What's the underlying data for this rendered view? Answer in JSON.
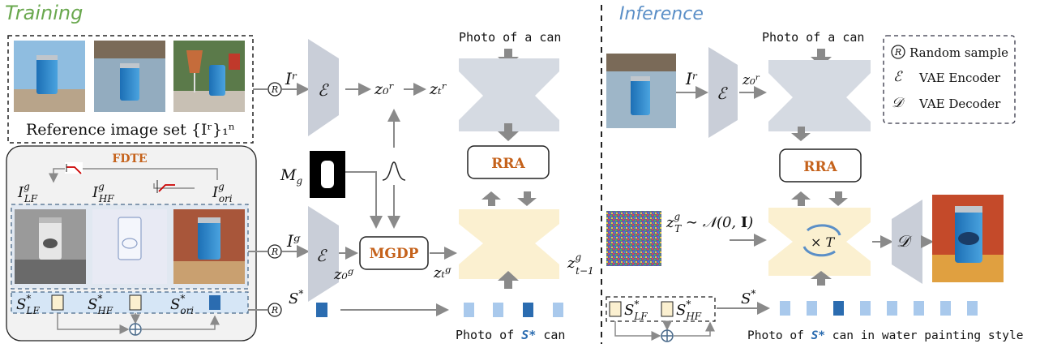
{
  "headers": {
    "training": "Training",
    "inference": "Inference"
  },
  "colors": {
    "training": "#6aa84f",
    "inference": "#5b8fc7",
    "accent": "#c5621b",
    "token_dark": "#2b6cb0",
    "token_light": "#a9c9ec",
    "unet_gray": "#d5dae2",
    "unet_cream": "#fbf0d0"
  },
  "training": {
    "reference_label": "Reference image set {Iʳ}₁ⁿ",
    "ir_label": "Iʳ",
    "encoder": "ℰ",
    "z0r": "z₀ʳ",
    "ztr": "zₜʳ",
    "prompt_top": "Photo of a can",
    "rra": "RRA",
    "mg": "M_g",
    "gauss": "∧",
    "fdte": "FDTE",
    "ilf": "I^g_LF",
    "ihf": "I^g_HF",
    "iori": "I^g_ori",
    "ig": "Iᵍ",
    "z0g": "z₀ᵍ",
    "mgdp": "MGDP",
    "ztg": "zₜᵍ",
    "zt1g": "z^g_{t−1}",
    "s_lf": "S*_LF",
    "s_hf": "S*_HF",
    "s_ori": "S*_ori",
    "s_star": "S*",
    "prompt_bottom_pre": "Photo of",
    "prompt_bottom_token": "S*",
    "prompt_bottom_post": "can",
    "random": "R"
  },
  "inference": {
    "ir_label": "Iʳ",
    "encoder": "ℰ",
    "z0r": "z₀ʳ",
    "prompt_top": "Photo of a can",
    "rra": "RRA",
    "noise_eq": "z^g_T ∼ 𝒩(0, I)",
    "times_t": "× T",
    "decoder": "𝒟",
    "s_lf": "S*_LF",
    "s_hf": "S*_HF",
    "s_star": "S*",
    "prompt_bottom_pre": "Photo of",
    "prompt_bottom_token": "S*",
    "prompt_bottom_post": "can in water painting style"
  },
  "legend": {
    "items": [
      {
        "symbol": "R",
        "label": "Random sample"
      },
      {
        "symbol": "ℰ",
        "label": "VAE Encoder"
      },
      {
        "symbol": "𝒟",
        "label": "VAE Decoder"
      }
    ]
  }
}
